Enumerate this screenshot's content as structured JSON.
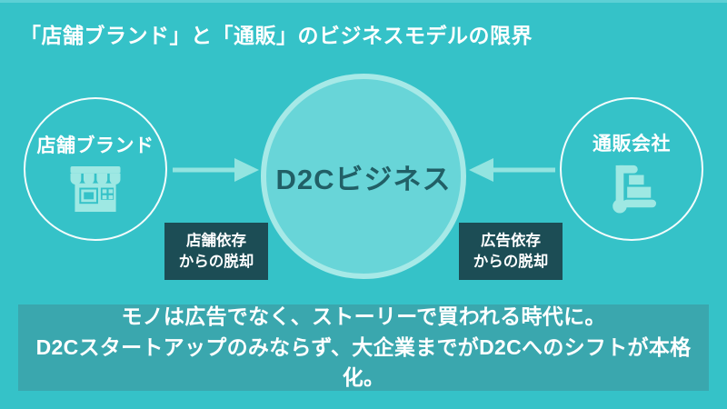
{
  "title": "「店舗ブランド」と「通販」のビジネスモデルの限界",
  "diagram": {
    "left_node": {
      "label": "店舗ブランド",
      "icon": "storefront-icon"
    },
    "center_node": {
      "label": "D2Cビジネス"
    },
    "right_node": {
      "label": "通販会社",
      "icon": "hand-truck-icon"
    },
    "left_badge": {
      "line1": "店舗依存",
      "line2": "からの脱却"
    },
    "right_badge": {
      "line1": "広告依存",
      "line2": "からの脱却"
    },
    "arrows": [
      "left-to-center",
      "right-to-center"
    ]
  },
  "footer": {
    "line1": "モノは広告でなく、ストーリーで買われる時代に。",
    "line2": "D2Cスタートアップのみならず、大企業までがD2Cへのシフトが本格化。"
  },
  "colors": {
    "background": "#35c2c8",
    "footer_panel": "#3aa7ae",
    "badge_background": "#1c4d55",
    "center_circle_fill": "#68d5d8",
    "center_circle_ring": "#a6e9e7",
    "icon_accent": "#9ee8e3",
    "arrow": "#93e4e0",
    "dark_text": "#215f66",
    "text": "#ffffff"
  }
}
